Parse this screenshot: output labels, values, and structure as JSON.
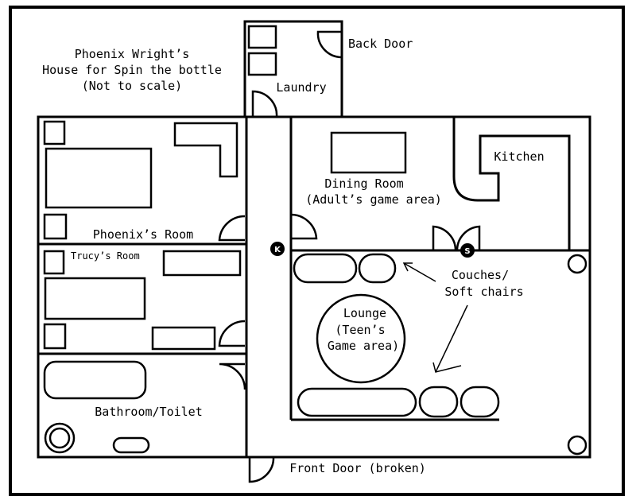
{
  "title": {
    "line1": "Phoenix Wright’s",
    "line2": "House for Spin the bottle",
    "line3": "(Not to scale)"
  },
  "rooms": {
    "laundry": "Laundry",
    "back_door": "Back Door",
    "kitchen": "Kitchen",
    "dining_line1": "Dining Room",
    "dining_line2": "(Adult’s game area)",
    "phoenix_room": "Phoenix’s Room",
    "trucy_room": "Trucy’s Room",
    "bathroom": "Bathroom/Toilet",
    "lounge_line1": "Lounge",
    "lounge_line2": "(Teen’s",
    "lounge_line3": "Game area)",
    "couches_line1": "Couches/",
    "couches_line2": "Soft chairs",
    "front_door": "Front Door (broken)"
  },
  "markers": {
    "k": "K",
    "s": "S"
  }
}
